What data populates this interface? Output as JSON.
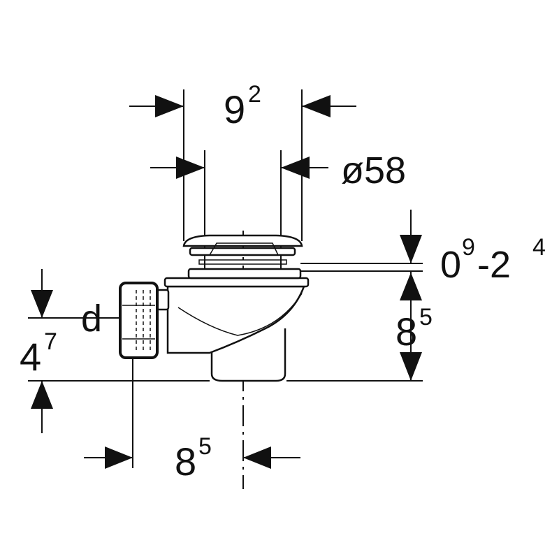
{
  "dimensions": {
    "outer_width": {
      "main": "9",
      "sup": "2"
    },
    "diameter": {
      "label": "ø58"
    },
    "grate_adjust": {
      "a": "0",
      "a_sup": "9",
      "sep": "-2",
      "b_sup": "4"
    },
    "height": {
      "main": "8",
      "sup": "5"
    },
    "outlet_label": {
      "label": "d"
    },
    "outlet_height": {
      "main": "4",
      "sup": "7"
    },
    "outlet_offset": {
      "main": "8",
      "sup": "5"
    }
  },
  "colors": {
    "line": "#111111",
    "background": "#ffffff"
  }
}
